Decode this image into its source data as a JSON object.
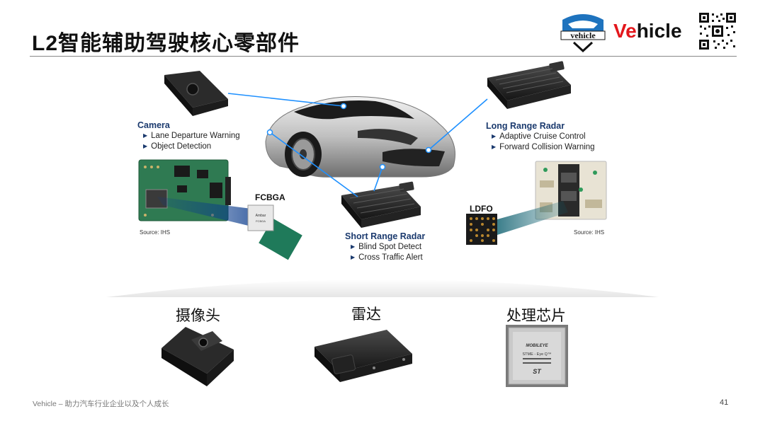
{
  "header": {
    "title": "L2智能辅助驾驶核心零部件",
    "logo_badge_text": "vehicle",
    "brand_prefix": "Ve",
    "brand_suffix": "hicle"
  },
  "camera": {
    "title": "Camera",
    "features": [
      "Lane Departure Warning",
      "Object Detection"
    ],
    "source": "Source: IHS"
  },
  "fcbga": {
    "label": "FCBGA"
  },
  "short_range_radar": {
    "title": "Short Range Radar",
    "features": [
      "Blind Spot Detect",
      "Cross Traffic Alert"
    ]
  },
  "long_range_radar": {
    "title": "Long Range Radar",
    "features": [
      "Adaptive Cruise Control",
      "Forward Collision Warning"
    ],
    "source": "Source: IHS"
  },
  "ldfo": {
    "label": "LDFO"
  },
  "categories": {
    "camera": "摄像头",
    "radar": "雷达",
    "chip": "处理芯片"
  },
  "chip_markings": [
    "MOBILEYE",
    "STME - Eye Q™"
  ],
  "footer": {
    "left": "Vehicle – 助力汽车行业企业以及个人成长",
    "page": "41"
  },
  "colors": {
    "accent": "#e3171c",
    "label_blue": "#1b3a6e",
    "line_blue": "#1e90ff"
  }
}
